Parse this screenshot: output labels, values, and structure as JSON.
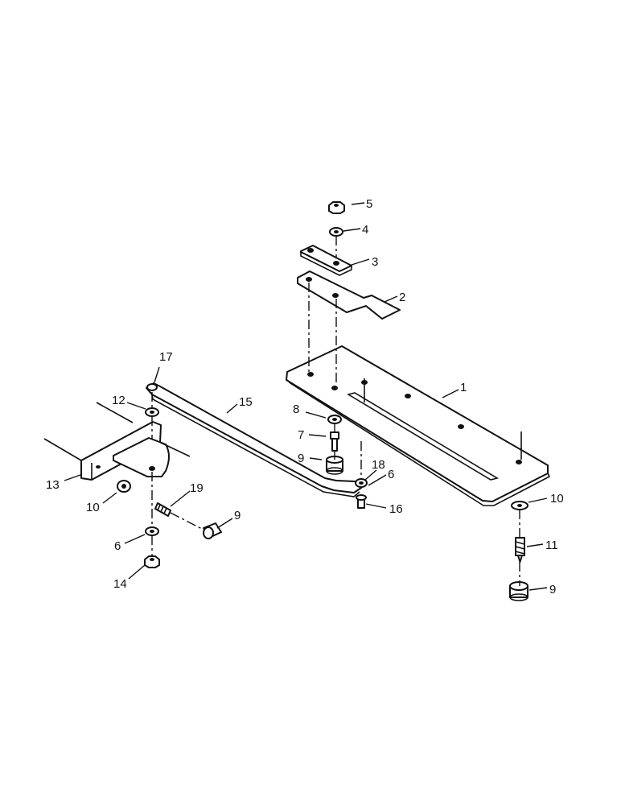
{
  "callouts": [
    {
      "id": "c1",
      "label": "1"
    },
    {
      "id": "c2",
      "label": "2"
    },
    {
      "id": "c3",
      "label": "3"
    },
    {
      "id": "c4",
      "label": "4"
    },
    {
      "id": "c5",
      "label": "5"
    },
    {
      "id": "c6a",
      "label": "6"
    },
    {
      "id": "c6b",
      "label": "6"
    },
    {
      "id": "c7",
      "label": "7"
    },
    {
      "id": "c8",
      "label": "8"
    },
    {
      "id": "c9a",
      "label": "9"
    },
    {
      "id": "c9b",
      "label": "9"
    },
    {
      "id": "c9c",
      "label": "9"
    },
    {
      "id": "c10a",
      "label": "10"
    },
    {
      "id": "c10b",
      "label": "10"
    },
    {
      "id": "c11",
      "label": "11"
    },
    {
      "id": "c12",
      "label": "12"
    },
    {
      "id": "c13",
      "label": "13"
    },
    {
      "id": "c14",
      "label": "14"
    },
    {
      "id": "c15",
      "label": "15"
    },
    {
      "id": "c16",
      "label": "16"
    },
    {
      "id": "c17",
      "label": "17"
    },
    {
      "id": "c18",
      "label": "18"
    },
    {
      "id": "c19",
      "label": "19"
    }
  ]
}
